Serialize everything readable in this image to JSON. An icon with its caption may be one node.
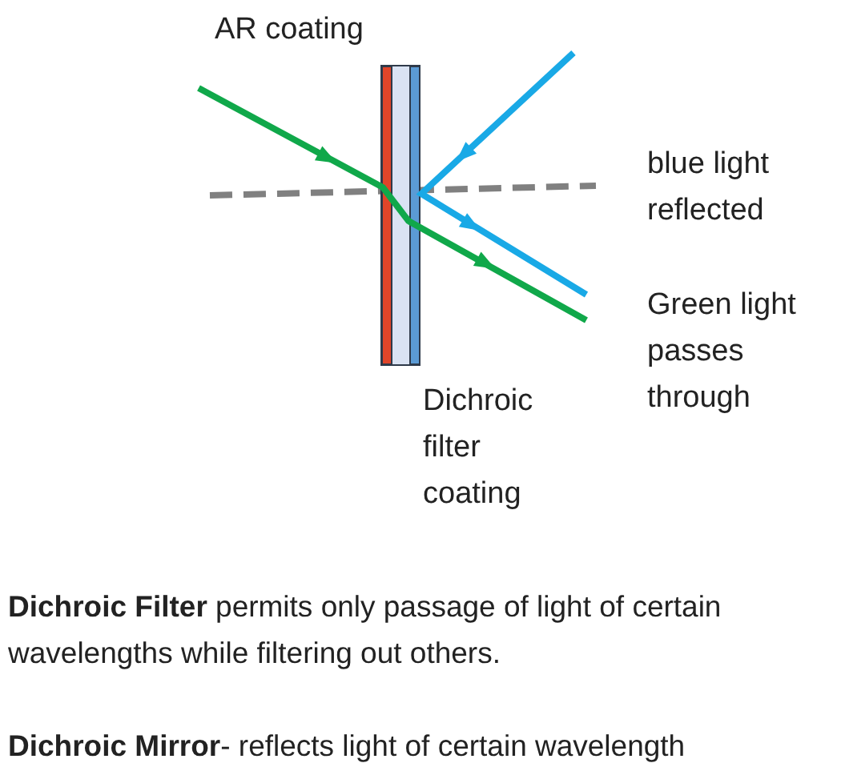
{
  "diagram": {
    "labels": [
      "AR coating",
      "blue light reflected",
      "Green light passes through",
      "Dichroic filter coating",
      "**Dichroic Filter** permits only passage of light of certain wavelengths while filtering out others.",
      "**Dichroic Mirror**- reflects light of certain wavelength"
    ]
  }
}
